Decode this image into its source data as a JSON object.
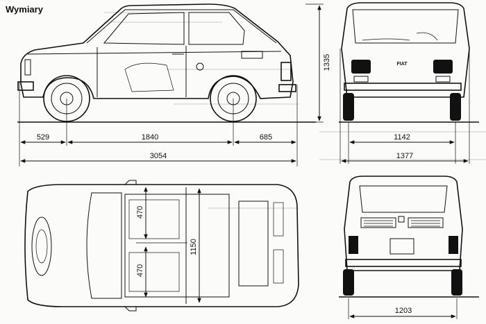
{
  "title": "Wymiary",
  "dimensions": {
    "height": "1335",
    "front_overhang": "529",
    "wheelbase": "1840",
    "rear_overhang": "685",
    "length": "3054",
    "front_track": "1142",
    "width": "1377",
    "rear_track": "1203",
    "legroom_rear": "470",
    "legroom_front": "470",
    "interior_length": "1150"
  },
  "badge": "FIAT"
}
